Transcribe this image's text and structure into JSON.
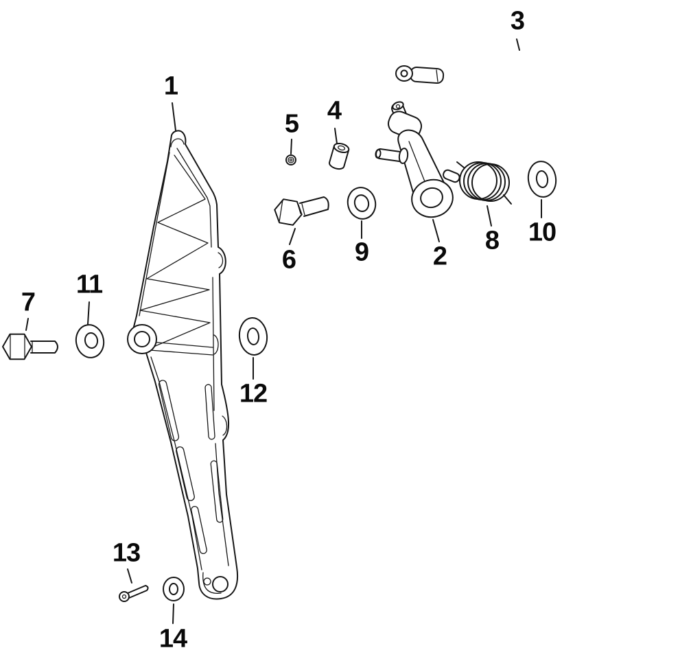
{
  "colors": {
    "background": "#ffffff",
    "line": "#151515",
    "label": "#0a0a0a"
  },
  "diagram": {
    "type": "exploded-parts-diagram",
    "callouts": [
      {
        "label": "1"
      },
      {
        "label": "2"
      },
      {
        "label": "3"
      },
      {
        "label": "4"
      },
      {
        "label": "5"
      },
      {
        "label": "6"
      },
      {
        "label": "7"
      },
      {
        "label": "8"
      },
      {
        "label": "9"
      },
      {
        "label": "10"
      },
      {
        "label": "11"
      },
      {
        "label": "12"
      },
      {
        "label": "13"
      },
      {
        "label": "14"
      }
    ]
  }
}
